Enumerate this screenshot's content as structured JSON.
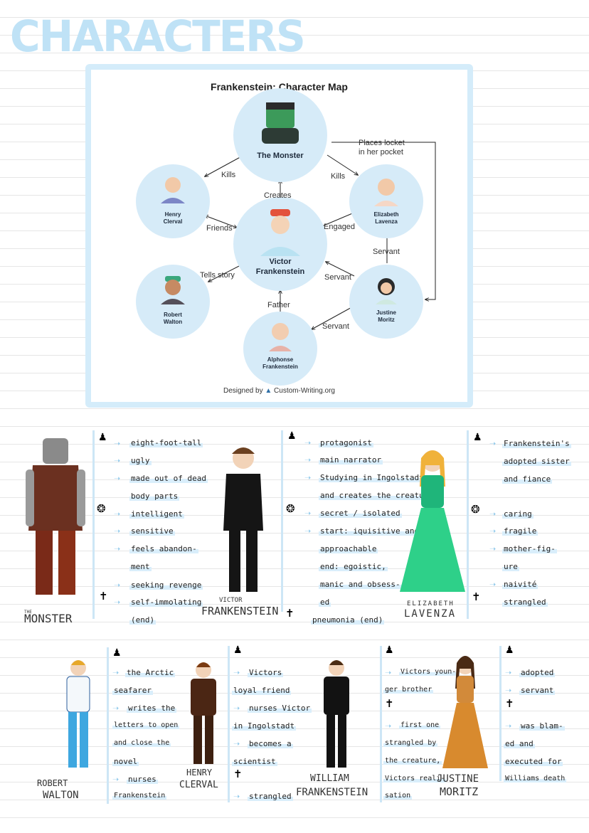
{
  "page_title": "CHARACTERS",
  "map": {
    "title": "Frankenstein: Character Map",
    "nodes": {
      "monster": "The Monster",
      "henry": [
        "Henry",
        "Clerval"
      ],
      "victor": [
        "Victor",
        "Frankenstein"
      ],
      "elizabeth": [
        "Elizabeth",
        "Lavenza"
      ],
      "robert": [
        "Robert",
        "Walton"
      ],
      "justine": [
        "Justine",
        "Moritz"
      ],
      "alphonse": [
        "Alphonse",
        "Frankenstein"
      ]
    },
    "edges": {
      "kills_left": "Kills",
      "kills_right": "Kills",
      "creates": "Creates",
      "friends": "Friends",
      "engaged": "Engaged",
      "servant_up": "Servant",
      "servant_mid": "Servant",
      "servant_low": "Servant",
      "tells_story": "Tells story",
      "father": "Father",
      "locket": [
        "Places locket",
        "in her pocket"
      ]
    },
    "credit_prefix": "Designed by",
    "credit_site": "Custom-Writing.org",
    "accent": "#d4ecfa",
    "node_color": "#d6ebf8"
  },
  "row1": {
    "monster": {
      "name_small": "THE",
      "name": "MONSTER",
      "appearance": [
        "eight-foot-tall",
        "ugly",
        "made out of dead",
        "body parts"
      ],
      "traits": [
        "intelligent",
        "sensitive",
        "feels abandon-",
        "ment",
        "seeking revenge"
      ],
      "death": [
        "self-immolating",
        "(end)"
      ]
    },
    "victor": {
      "name_small": "VICTOR",
      "name": "FRANKENSTEIN",
      "appearance": [
        "protagonist",
        "main narrator",
        "Studying in Ingolstadt",
        "and creates the creature"
      ],
      "traits": [
        "secret / isolated",
        "start: iquisitive and",
        "approachable",
        "end: egoistic,",
        "manic and obsess-",
        "ed"
      ],
      "death": [
        "pneumonia (end)"
      ]
    },
    "elizabeth": {
      "name_small": "ELIZABETH",
      "name": "LAVENZA",
      "appearance": [
        "Frankenstein's",
        "adopted sister",
        "and fiance"
      ],
      "traits": [
        "caring",
        "fragile",
        "mother-fig-",
        "ure",
        "naivité"
      ],
      "death": [
        "strangled"
      ]
    }
  },
  "row2": {
    "robert": {
      "name": [
        "ROBERT",
        "WALTON"
      ],
      "appearance": [
        "the Arctic",
        "seafarer",
        "writes the",
        "letters to open",
        "and close the",
        "novel",
        "nurses",
        "Frankenstein"
      ]
    },
    "henry": {
      "name": [
        "HENRY",
        "CLERVAL"
      ],
      "appearance": [
        "Victors",
        "loyal friend",
        "nurses Victor",
        "in Ingolstadt",
        "becomes a",
        "scientist"
      ],
      "death": [
        "strangled"
      ]
    },
    "william": {
      "name": [
        "WILLIAM",
        "FRANKENSTEIN"
      ],
      "appearance": [
        "Victors youn-",
        "ger brother"
      ],
      "death": [
        "first one",
        "strangled by",
        "the creature,",
        "Victors reali-",
        "sation"
      ]
    },
    "justine": {
      "name": [
        "JUSTINE",
        "MORITZ"
      ],
      "appearance": [
        "adopted",
        "servant"
      ],
      "death": [
        "was blam-",
        "ed and",
        "executed for",
        "Williams death"
      ]
    }
  },
  "colors": {
    "title": "#bfe2f6",
    "highlight": "#d9eefb",
    "arrow": "#8cc7ea"
  }
}
